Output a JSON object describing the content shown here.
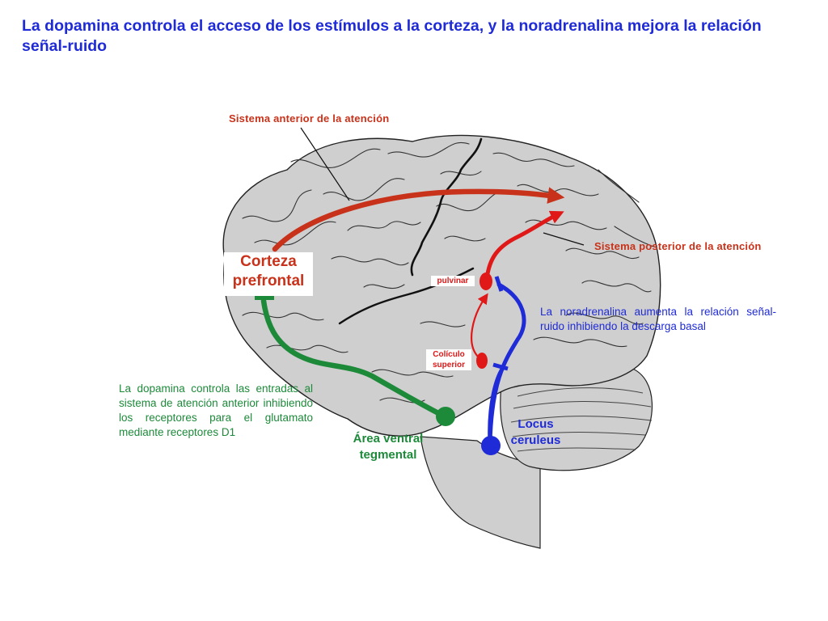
{
  "title": "La dopamina controla el acceso de los estímulos a la corteza, y la noradrenalina mejora la relación señal-ruido",
  "labels": {
    "anterior_system": "Sistema anterior de la atención",
    "posterior_system": "Sistema posterior de la atención",
    "prefrontal_cortex": "Corteza prefrontal",
    "pulvinar": "pulvinar",
    "superior_colliculus": "Colículo superior",
    "ventral_tegmental_area": "Área ventral tegmental",
    "locus_ceruleus": "Locus ceruleus"
  },
  "notes": {
    "noradrenaline": "La noradrenalina aumenta la relación señal-ruido inhibiendo la descarga basal",
    "dopamine": "La dopamina controla las entradas al sistema de atención anterior inhibiendo los receptores para el glutamato mediante receptores D1"
  },
  "colors": {
    "title": "#1f2bd6",
    "anterior_pathway": "#c8321a",
    "posterior_pathway": "#e01818",
    "dopamine_pathway": "#1d8a3a",
    "noradrenaline_pathway": "#1f2bd6",
    "brain_fill": "#cfcfcf"
  }
}
